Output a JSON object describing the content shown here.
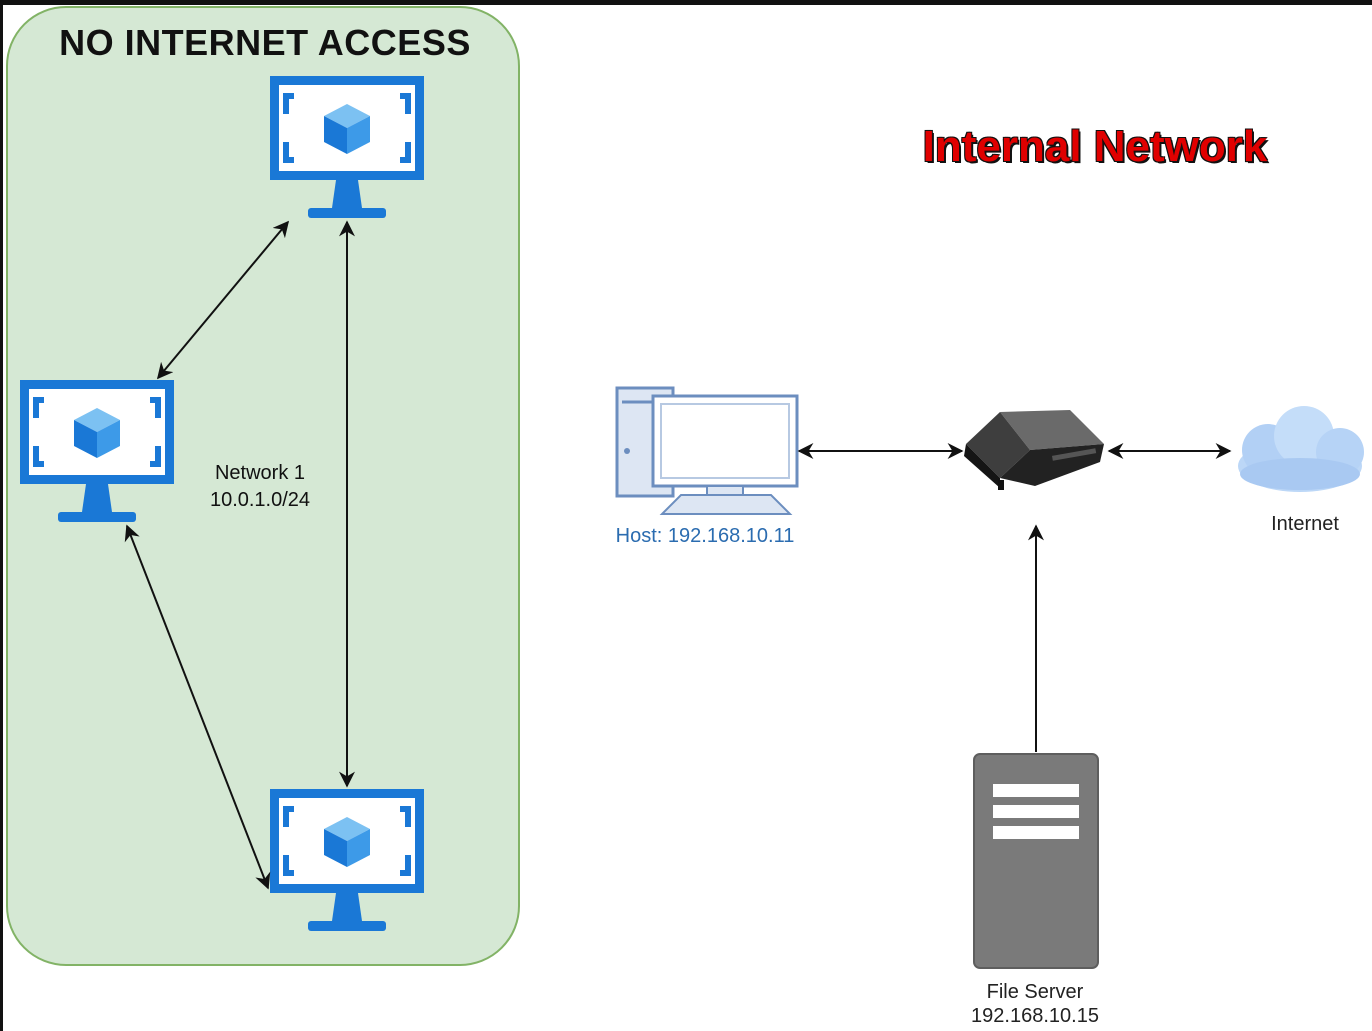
{
  "zone": {
    "title": "NO INTERNET ACCESS",
    "network_name": "Network 1",
    "network_subnet": "10.0.1.0/24"
  },
  "title": "Internal Network",
  "host": {
    "label": "Host: 192.168.10.11"
  },
  "internet": {
    "label": "Internet"
  },
  "file_server": {
    "name": "File Server",
    "ip": "192.168.10.15"
  },
  "icons": {
    "vm": "virtual-machine-icon",
    "host": "desktop-computer-icon",
    "router": "router-icon",
    "cloud": "cloud-icon",
    "server": "server-icon"
  },
  "colors": {
    "zone_fill": "#d5e8d4",
    "zone_border": "#82b366",
    "vm_blue": "#1a78d6",
    "title_red": "#e00000",
    "host_label": "#2b6cb0"
  }
}
